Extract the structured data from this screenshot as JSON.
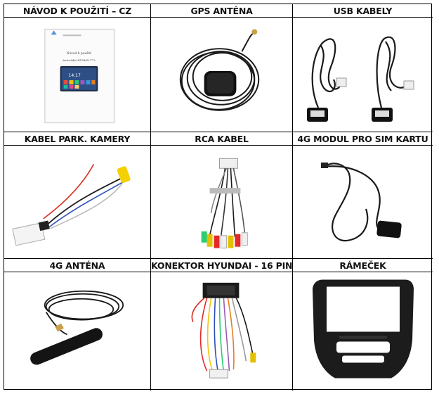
{
  "items": [
    {
      "title": "NÁVOD K POUŽITÍ – CZ",
      "icon": "manual-booklet-icon",
      "manual": {
        "line1": "Návod k použití",
        "line2": "Autorádio HUMAX T72",
        "clock": "14:17"
      }
    },
    {
      "title": "GPS ANTÉNA",
      "icon": "gps-antenna-icon"
    },
    {
      "title": "USB KABELY",
      "icon": "usb-cables-icon"
    },
    {
      "title": "KABEL PARK. KAMERY",
      "icon": "parking-camera-cable-icon"
    },
    {
      "title": "RCA KABEL",
      "icon": "rca-cable-icon"
    },
    {
      "title": "4G MODUL PRO SIM KARTU",
      "icon": "4g-sim-module-icon"
    },
    {
      "title": "4G ANTÉNA",
      "icon": "4g-antenna-icon"
    },
    {
      "title": "KONEKTOR HYUNDAI - 16 PIN",
      "icon": "hyundai-16pin-connector-icon"
    },
    {
      "title": "RÁMEČEK",
      "icon": "dashboard-frame-icon"
    }
  ]
}
